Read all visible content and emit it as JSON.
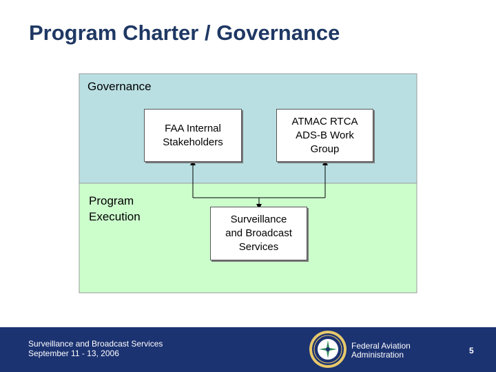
{
  "slide": {
    "title": "Program Charter / Governance",
    "page_number": "5"
  },
  "diagram": {
    "zones": [
      {
        "label": "Governance",
        "color": "#b9dfe2"
      },
      {
        "label": "Program\nExecution",
        "color": "#ccfecc"
      }
    ],
    "boxes": {
      "faa": "FAA Internal\nStakeholders",
      "atmac": "ATMAC RTCA\nADS-B Work\nGroup",
      "sbs": "Surveillance\nand Broadcast\nServices"
    }
  },
  "footer": {
    "line1": "Surveillance and Broadcast Services",
    "line2": "September 11 - 13, 2006",
    "org_line1": "Federal Aviation",
    "org_line2": "Administration",
    "background": "#1c3372"
  }
}
